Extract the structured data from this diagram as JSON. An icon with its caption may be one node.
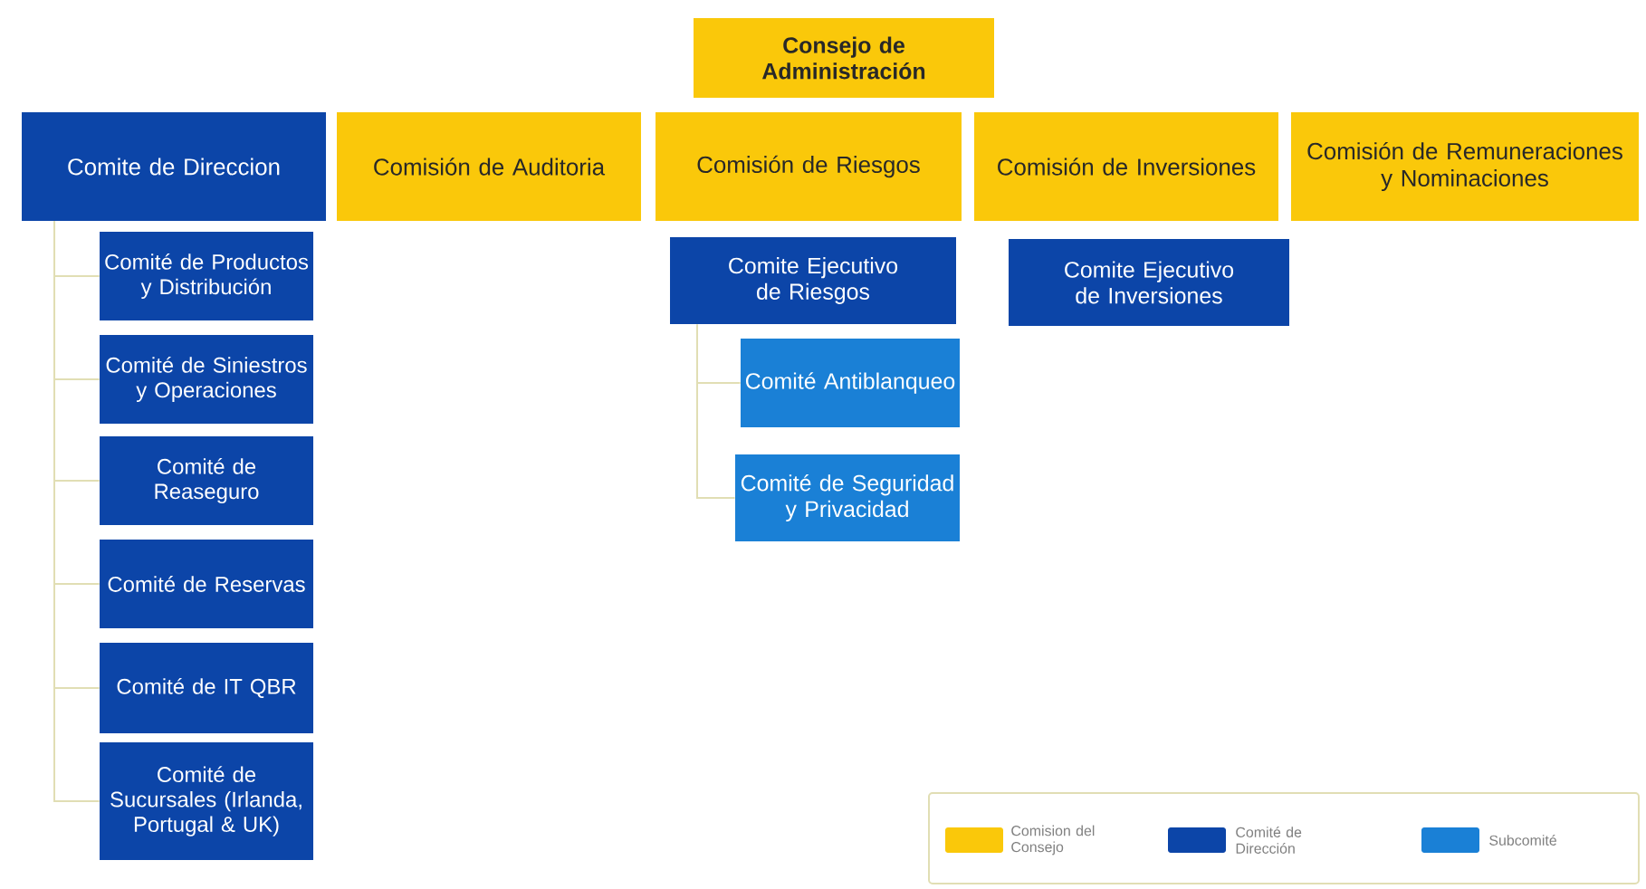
{
  "diagram": {
    "nodes": [
      {
        "text": [
          "Consejo de Administración"
        ]
      },
      {
        "text": [
          "Comite de Direccion"
        ]
      },
      {
        "text": [
          "Comisión de Auditoria"
        ]
      },
      {
        "text": [
          "Comisión de Riesgos"
        ]
      },
      {
        "text": [
          "Comisión de Inversiones"
        ]
      },
      {
        "text": [
          "Comisión de Remuneraciones y Nominaciones"
        ]
      },
      {
        "text": [
          "Comité de Productos y Distribución"
        ]
      },
      {
        "text": [
          "Comité de Siniestros y Operaciones"
        ]
      },
      {
        "text": [
          "Comité de Reaseguro"
        ]
      },
      {
        "text": [
          "Comité de Reservas"
        ]
      },
      {
        "text": [
          "Comité de IT QBR"
        ]
      },
      {
        "text": [
          "Comité de Sucursales (Irlanda, Portugal & UK)"
        ]
      },
      {
        "text": [
          "Comite Ejecutivo de Riesgos"
        ]
      },
      {
        "text": [
          "Comité Antiblanqueo"
        ]
      },
      {
        "text": [
          "Comité de Seguridad y Privacidad"
        ]
      },
      {
        "text": [
          "Comite Ejecutivo de Inversiones"
        ]
      }
    ],
    "edges": [
      {
        "from": 1,
        "to": 6,
        "arrow": "none"
      },
      {
        "from": 1,
        "to": 7,
        "arrow": "none"
      },
      {
        "from": 1,
        "to": 8,
        "arrow": "none"
      },
      {
        "from": 1,
        "to": 9,
        "arrow": "none"
      },
      {
        "from": 1,
        "to": 10,
        "arrow": "none"
      },
      {
        "from": 1,
        "to": 11,
        "arrow": "none"
      },
      {
        "from": 12,
        "to": 13,
        "arrow": "none"
      },
      {
        "from": 12,
        "to": 14,
        "arrow": "none"
      }
    ],
    "legend": [
      {
        "text": "Comision del Consejo",
        "color": "#fac80a"
      },
      {
        "text": "Comité de Dirección",
        "color": "#0c45a8"
      },
      {
        "text": "Subcomité",
        "color": "#1a80d6"
      }
    ]
  }
}
